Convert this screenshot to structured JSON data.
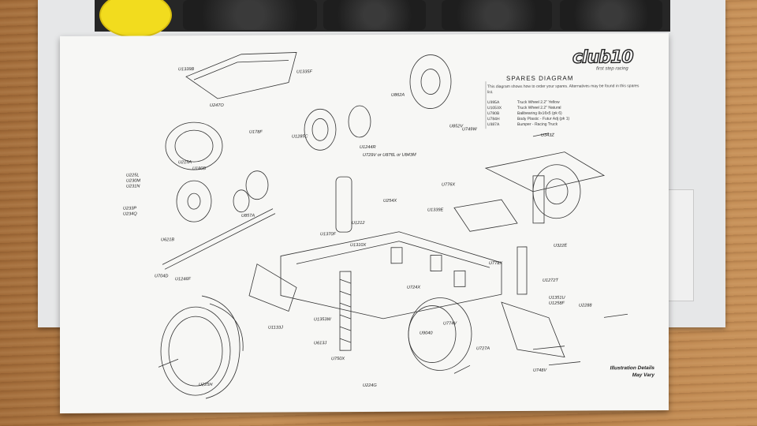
{
  "sheet": {
    "brand": "club10",
    "tagline": "first step racing",
    "title": "SPARES DIAGRAM",
    "description": "This diagram shows how to order your spares. Alternatives may be found in this spares list.",
    "parts": [
      {
        "code": "U395A",
        "desc": "Truck Wheel 2.2\" Yellow"
      },
      {
        "code": "U1053X",
        "desc": "Truck Wheel 2.2\" Natural"
      },
      {
        "code": "U780B",
        "desc": "Ballbearing 8x16x5 (pk 6)"
      },
      {
        "code": "U784H",
        "desc": "Body Plastic - Futur Adj (pk 1)"
      },
      {
        "code": "U387A",
        "desc": "Bumper - Racing Truck"
      }
    ],
    "note_line1": "Illustration Details",
    "note_line2": "May Vary"
  },
  "labels": [
    {
      "id": "l1",
      "text": "U1339B"
    },
    {
      "id": "l2",
      "text": "U247O"
    },
    {
      "id": "l3",
      "text": "U1335F"
    },
    {
      "id": "l4",
      "text": "U862A"
    },
    {
      "id": "l5",
      "text": "U178F"
    },
    {
      "id": "l6",
      "text": "U1285C"
    },
    {
      "id": "l7",
      "text": "U1244R"
    },
    {
      "id": "l8",
      "text": "U215A"
    },
    {
      "id": "l9",
      "text": "U180B"
    },
    {
      "id": "l10",
      "text": "U225L"
    },
    {
      "id": "l11",
      "text": "U230M"
    },
    {
      "id": "l12",
      "text": "U231N"
    },
    {
      "id": "l13",
      "text": "U233P"
    },
    {
      "id": "l14",
      "text": "U234Q"
    },
    {
      "id": "l15",
      "text": "U621B"
    },
    {
      "id": "l16",
      "text": "U704D"
    },
    {
      "id": "l17",
      "text": "U1246F"
    },
    {
      "id": "l18",
      "text": "U750X"
    },
    {
      "id": "l19",
      "text": "U1353W"
    },
    {
      "id": "l20",
      "text": "U613J"
    },
    {
      "id": "l21",
      "text": "U1133J"
    },
    {
      "id": "l22",
      "text": "U225H"
    },
    {
      "id": "l23",
      "text": "U224G"
    },
    {
      "id": "l24",
      "text": "U9040"
    },
    {
      "id": "l25",
      "text": "U724X"
    },
    {
      "id": "l26",
      "text": "U774V"
    },
    {
      "id": "l27",
      "text": "U748V"
    },
    {
      "id": "l28",
      "text": "U727A"
    },
    {
      "id": "l29",
      "text": "U1272T"
    },
    {
      "id": "l30",
      "text": "U1351U"
    },
    {
      "id": "l31",
      "text": "U1258F"
    },
    {
      "id": "l32",
      "text": "U2288"
    },
    {
      "id": "l33",
      "text": "U322E"
    },
    {
      "id": "l34",
      "text": "U343Z"
    },
    {
      "id": "l35",
      "text": "U749W"
    },
    {
      "id": "l36",
      "text": "U852V"
    },
    {
      "id": "l37",
      "text": "U776X"
    },
    {
      "id": "l38",
      "text": "U1339E"
    },
    {
      "id": "l39",
      "text": "U254X"
    },
    {
      "id": "l40",
      "text": "U1370F"
    },
    {
      "id": "l41",
      "text": "U1310X"
    },
    {
      "id": "l42",
      "text": "U778X"
    },
    {
      "id": "l43",
      "text": "U857A"
    },
    {
      "id": "l44",
      "text": "U1212"
    },
    {
      "id": "l45",
      "text": "U729V or U876L or U843M"
    }
  ]
}
